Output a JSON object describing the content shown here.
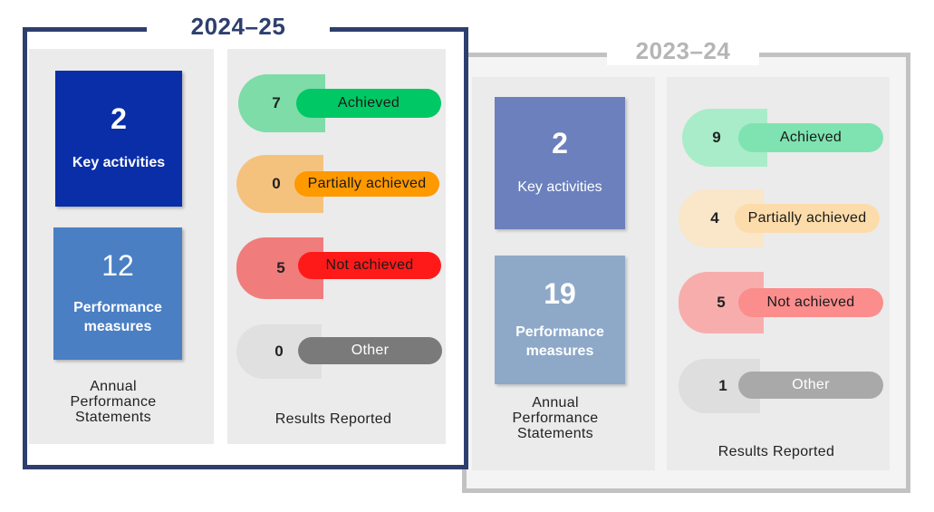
{
  "y2425": {
    "title": "2024–25",
    "key": {
      "value": "2",
      "label": "Key activities"
    },
    "perf": {
      "value": "12",
      "label1": "Performance",
      "label2": "measures"
    },
    "caption": {
      "l1": "Annual",
      "l2": "Performance",
      "l3": "Statements"
    },
    "results": [
      {
        "count": "7",
        "label": "Achieved"
      },
      {
        "count": "0",
        "label": "Partially achieved"
      },
      {
        "count": "5",
        "label": "Not achieved"
      },
      {
        "count": "0",
        "label": "Other"
      }
    ],
    "results_caption": "Results Reported"
  },
  "y2324": {
    "title": "2023–24",
    "key": {
      "value": "2",
      "label": "Key activities"
    },
    "perf": {
      "value": "19",
      "label1": "Performance",
      "label2": "measures"
    },
    "caption": {
      "l1": "Annual",
      "l2": "Performance",
      "l3": "Statements"
    },
    "results": [
      {
        "count": "9",
        "label": "Achieved"
      },
      {
        "count": "4",
        "label": "Partially achieved"
      },
      {
        "count": "5",
        "label": "Not achieved"
      },
      {
        "count": "1",
        "label": "Other"
      }
    ],
    "results_caption": "Results Reported"
  },
  "colors": {
    "frame_current": "#2e3f6e",
    "frame_prior": "#c2c2c2",
    "title_prior": "#b5b5b5",
    "key_current": "#0a2ea7",
    "perf_current": "#4a7fc4",
    "key_prior": "#6b80bd",
    "perf_prior": "#8ea8c8",
    "achieved_cap": "#7ddca8",
    "achieved_pill": "#00c864",
    "partial_cap": "#f5c27e",
    "partial_pill": "#ff9900",
    "not_cap": "#f07c7c",
    "not_pill": "#ff1a1a",
    "other_cap": "#e0e0e0",
    "other_pill": "#7a7a7a",
    "achieved_cap_p": "#a9ecc9",
    "achieved_pill_p": "#7ee3b0",
    "partial_cap_p": "#fae6c8",
    "partial_pill_p": "#fddcab",
    "not_cap_p": "#f8adad",
    "not_pill_p": "#fb8d8d",
    "other_cap_p": "#dedede",
    "other_pill_p": "#a9a9a9"
  }
}
